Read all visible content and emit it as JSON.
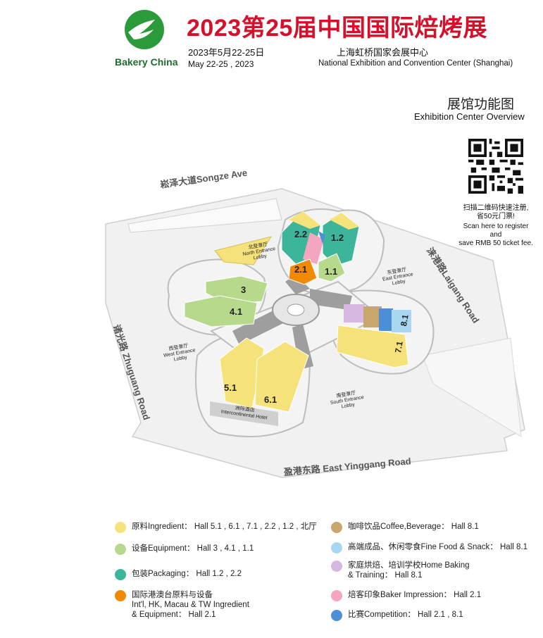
{
  "header": {
    "logo_text": "Bakery China",
    "title": "2023第25届中国国际焙烤展",
    "date_cn": "2023年5月22-25日",
    "date_en": "May 22-25 , 2023",
    "venue_cn": "上海虹桥国家会展中心",
    "venue_en": "National Exhibition and Convention Center (Shanghai)"
  },
  "overview": {
    "title_cn": "展馆功能图",
    "title_en": "Exhibition Center Overview"
  },
  "qr": {
    "line1": "扫描二维码快速注册,",
    "line2": "省50元门票!",
    "line3": "Scan here to register",
    "line4": "and",
    "line5": "save RMB 50 ticket fee."
  },
  "roads": {
    "north": "崧泽大道Songze Ave",
    "east": "涞港路Laigang Road",
    "west": "诸光路 Zhuguang Road",
    "south": "盈港东路   East Yinggang Road"
  },
  "halls": {
    "h22": "2.2",
    "h12": "1.2",
    "h21": "2.1",
    "h11": "1.1",
    "h3": "3",
    "h41": "4.1",
    "h81": "8.1",
    "h71": "7.1",
    "h51": "5.1",
    "h61": "6.1"
  },
  "lobbies": {
    "north_cn": "北登录厅",
    "north_en1": "North Entrance",
    "north_en2": "Lobby",
    "east_cn": "东登录厅",
    "east_en1": "East Entrance",
    "east_en2": "Lobby",
    "west_cn": "西登录厅",
    "west_en1": "West  Entrance",
    "west_en2": "Lobby",
    "south_cn": "南登录厅",
    "south_en1": "South Entrance",
    "south_en2": "Lobby",
    "hotel_cn": "洲际酒店",
    "hotel_en": "Intercontinental Hotel"
  },
  "colors": {
    "ingredient": "#f6e27a",
    "equipment": "#b7d98b",
    "packaging": "#3cb59a",
    "international": "#f18a00",
    "coffee": "#c9a66b",
    "fine_food": "#a9d7f2",
    "home_baking": "#d6b8e0",
    "baker_impression": "#f4a6c0",
    "competition": "#4d8fd6"
  },
  "legend": {
    "left": [
      {
        "text": "原料Ingredient： Hall  5.1 , 6.1 , 7.1 , 2.2 , 1.2 , 北厅",
        "color": "#f6e27a"
      },
      {
        "text": "设备Equipment： Hall  3 , 4.1 , 1.1",
        "color": "#b7d98b"
      },
      {
        "text": "包装Packaging： Hall  1.2 ,  2.2",
        "color": "#3cb59a"
      },
      {
        "text": "国际港澳台原料与设备",
        "text2": "Int'l, HK, Macau & TW Ingredient",
        "text3": "& Equipment： Hall  2.1",
        "color": "#f18a00"
      }
    ],
    "right": [
      {
        "text": "咖啡饮品Coffee,Beverage： Hall  8.1",
        "color": "#c9a66b"
      },
      {
        "text": "高端成品、休闲零食Fine Food & Snack： Hall  8.1",
        "color": "#a9d7f2"
      },
      {
        "text": "家庭烘焙、培训学校Home Baking",
        "text2": "& Training： Hall  8.1",
        "color": "#d6b8e0"
      },
      {
        "text": "焙客印象Baker Impression： Hall  2.1",
        "color": "#f4a6c0"
      },
      {
        "text": "比赛Competition： Hall  2.1 , 8.1",
        "color": "#4d8fd6"
      }
    ]
  }
}
